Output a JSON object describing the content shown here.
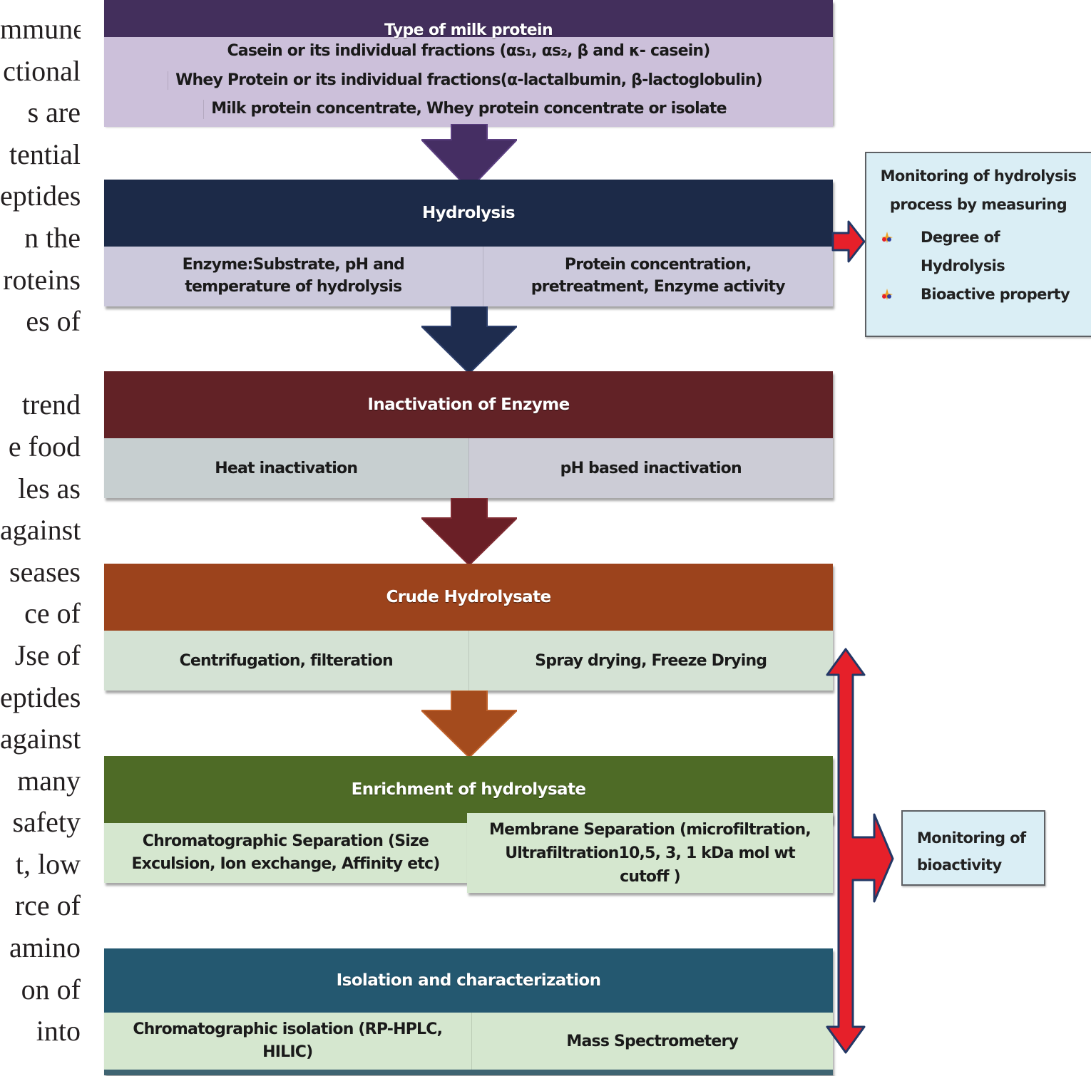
{
  "left_text_lines": [
    "mmune",
    "ctional",
    "s   are",
    "tential",
    "eptides",
    "n   the",
    "roteins",
    "es   of",
    "",
    "trend",
    "e food",
    "les   as",
    "against",
    "seases",
    "ce    of",
    "Jse   of",
    "eptides",
    "against",
    "many",
    "safety",
    "t,  low",
    "rce   of",
    "amino",
    "on   of",
    "into"
  ],
  "colors": {
    "purple_header": "#432f5c",
    "purple_body": "#ccc0da",
    "navy_header": "#1c2a48",
    "navy_body": "#ccc9dc",
    "maroon_header": "#622226",
    "maroon_body_left": "#c7cfd0",
    "maroon_body_right": "#ccccd6",
    "orange_header": "#9c431c",
    "green_body": "#d4e2d4",
    "olive_header": "#4e6b26",
    "light_green_body": "#d5e7cf",
    "teal_header": "#245870",
    "monitor_box": "#daeef5",
    "red_arrow": "#e6202a",
    "arrow_outline": "#233866"
  },
  "stages": [
    {
      "title": "Type of milk protein",
      "items": [
        "Casein or its individual fractions (αs₁, αs₂, β and κ- casein)",
        "Whey Protein or its individual fractions(α-lactalbumin, β-lactoglobulin)",
        "Milk protein concentrate, Whey protein concentrate or isolate"
      ]
    },
    {
      "title": "Hydrolysis",
      "left": "Enzyme:Substrate, pH and temperature of hydrolysis",
      "right": "Protein  concentration, pretreatment, Enzyme activity"
    },
    {
      "title": "Inactivation of Enzyme",
      "left": "Heat inactivation",
      "right": "pH based inactivation"
    },
    {
      "title": "Crude Hydrolysate",
      "left": "Centrifugation, filteration",
      "right": "Spray drying, Freeze Drying"
    },
    {
      "title": "Enrichment of hydrolysate",
      "left": "Chromatographic Separation (Size Exculsion, Ion exchange, Affinity etc)",
      "right": "Membrane Separation (microfiltration, Ultrafiltration10,5, 3, 1 kDa mol wt cutoff )"
    },
    {
      "title": "Isolation and characterization",
      "left": "Chromatographic isolation (RP-HPLC, HILIC)",
      "right": "Mass Spectrometery"
    }
  ],
  "monitor_hydrolysis": {
    "title": "Monitoring of hydrolysis process by measuring",
    "bullets": [
      "Degree of Hydrolysis",
      "Bioactive property"
    ]
  },
  "monitor_bioactivity": {
    "title": "Monitoring of bioactivity"
  }
}
